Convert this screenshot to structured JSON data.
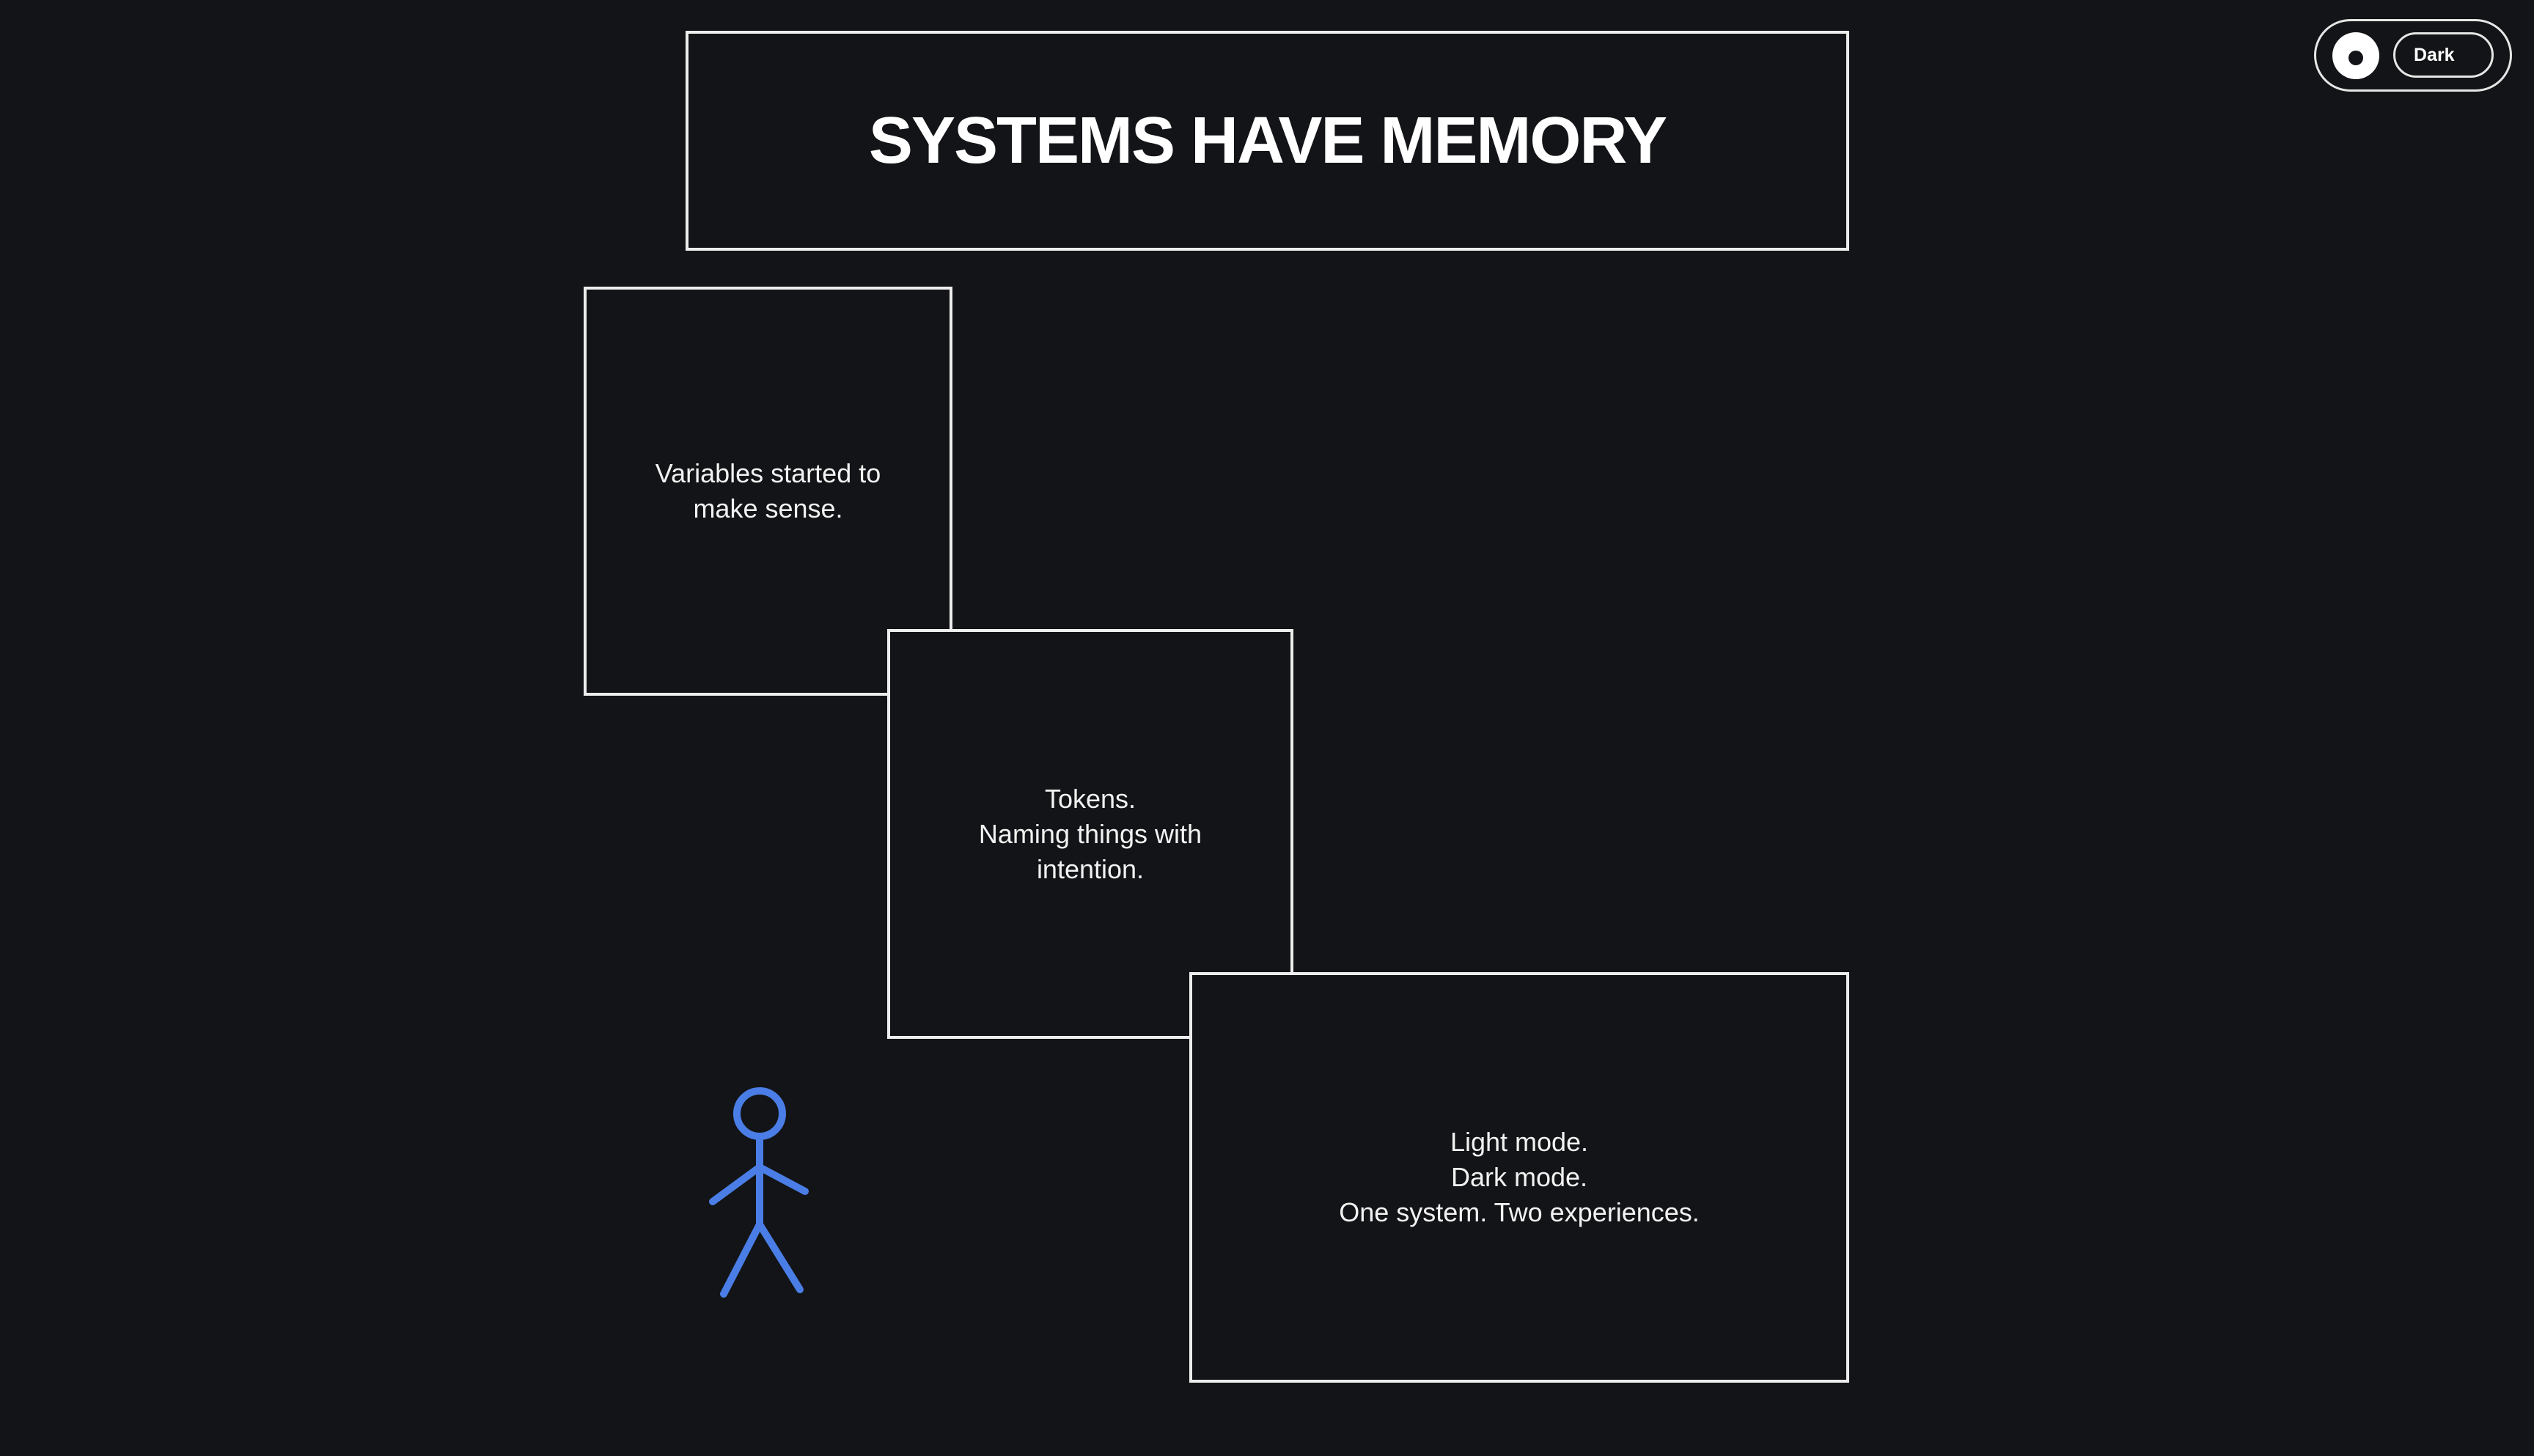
{
  "title": "SYSTEMS HAVE MEMORY",
  "cards": [
    {
      "lines": [
        "Variables started to",
        "make sense."
      ]
    },
    {
      "lines": [
        "Tokens.",
        "Naming things with",
        "intention."
      ]
    },
    {
      "lines": [
        "Light mode.",
        "Dark mode.",
        "One system. Two experiences."
      ]
    }
  ],
  "theme_toggle": {
    "label": "Dark",
    "icon": "contrast-icon"
  },
  "illustration": {
    "icon": "stick-figure-icon",
    "color": "#4a7ee6"
  },
  "colors": {
    "background": "#131417",
    "stroke": "#ededed",
    "text": "#ffffff",
    "accent": "#4a7ee6"
  }
}
